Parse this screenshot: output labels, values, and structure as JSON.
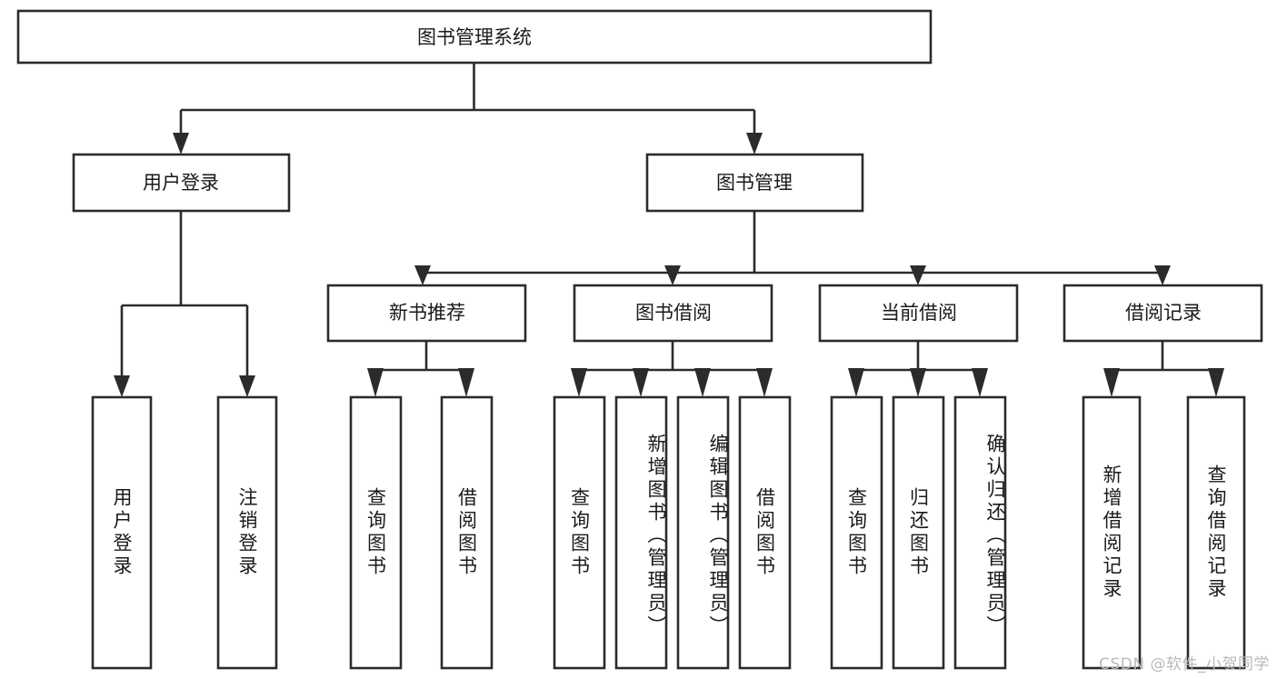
{
  "diagram": {
    "title": "图书管理系统",
    "type": "tree-diagram",
    "watermark": "CSDN @软件_小贺同学",
    "root": {
      "id": "root",
      "label": "图书管理系统"
    },
    "level2": [
      {
        "id": "user-login",
        "label": "用户登录"
      },
      {
        "id": "book-management",
        "label": "图书管理"
      }
    ],
    "level3": [
      {
        "id": "new-book-recommend",
        "label": "新书推荐",
        "parent": "book-management"
      },
      {
        "id": "book-borrow",
        "label": "图书借阅",
        "parent": "book-management"
      },
      {
        "id": "current-borrow",
        "label": "当前借阅",
        "parent": "book-management"
      },
      {
        "id": "borrow-record",
        "label": "借阅记录",
        "parent": "book-management"
      }
    ],
    "leaves": [
      {
        "id": "leaf-user-login",
        "label": "用户登录",
        "parent": "user-login",
        "align": "center"
      },
      {
        "id": "leaf-user-logout",
        "label": "注销登录",
        "parent": "user-login",
        "align": "center"
      },
      {
        "id": "leaf-query-book-1",
        "label": "查询图书",
        "parent": "new-book-recommend",
        "align": "center"
      },
      {
        "id": "leaf-borrow-book-1",
        "label": "借阅图书",
        "parent": "new-book-recommend",
        "align": "center"
      },
      {
        "id": "leaf-query-book-2",
        "label": "查询图书",
        "parent": "book-borrow",
        "align": "center"
      },
      {
        "id": "leaf-add-book",
        "label": "新增图书（管理员）",
        "parent": "book-borrow",
        "align": "top"
      },
      {
        "id": "leaf-edit-book",
        "label": "编辑图书（管理员）",
        "parent": "book-borrow",
        "align": "top"
      },
      {
        "id": "leaf-borrow-book-2",
        "label": "借阅图书",
        "parent": "book-borrow",
        "align": "center"
      },
      {
        "id": "leaf-query-book-3",
        "label": "查询图书",
        "parent": "current-borrow",
        "align": "center"
      },
      {
        "id": "leaf-return-book",
        "label": "归还图书",
        "parent": "current-borrow",
        "align": "center"
      },
      {
        "id": "leaf-confirm-return",
        "label": "确认归还（管理员）",
        "parent": "current-borrow",
        "align": "top"
      },
      {
        "id": "leaf-add-record",
        "label": "新增借阅记录",
        "parent": "borrow-record",
        "align": "center"
      },
      {
        "id": "leaf-query-record",
        "label": "查询借阅记录",
        "parent": "borrow-record",
        "align": "center"
      }
    ],
    "colors": {
      "stroke": "#2b2b2b",
      "fill": "#ffffff",
      "text": "#1a1a1a",
      "watermark": "#b9b9b9"
    }
  }
}
